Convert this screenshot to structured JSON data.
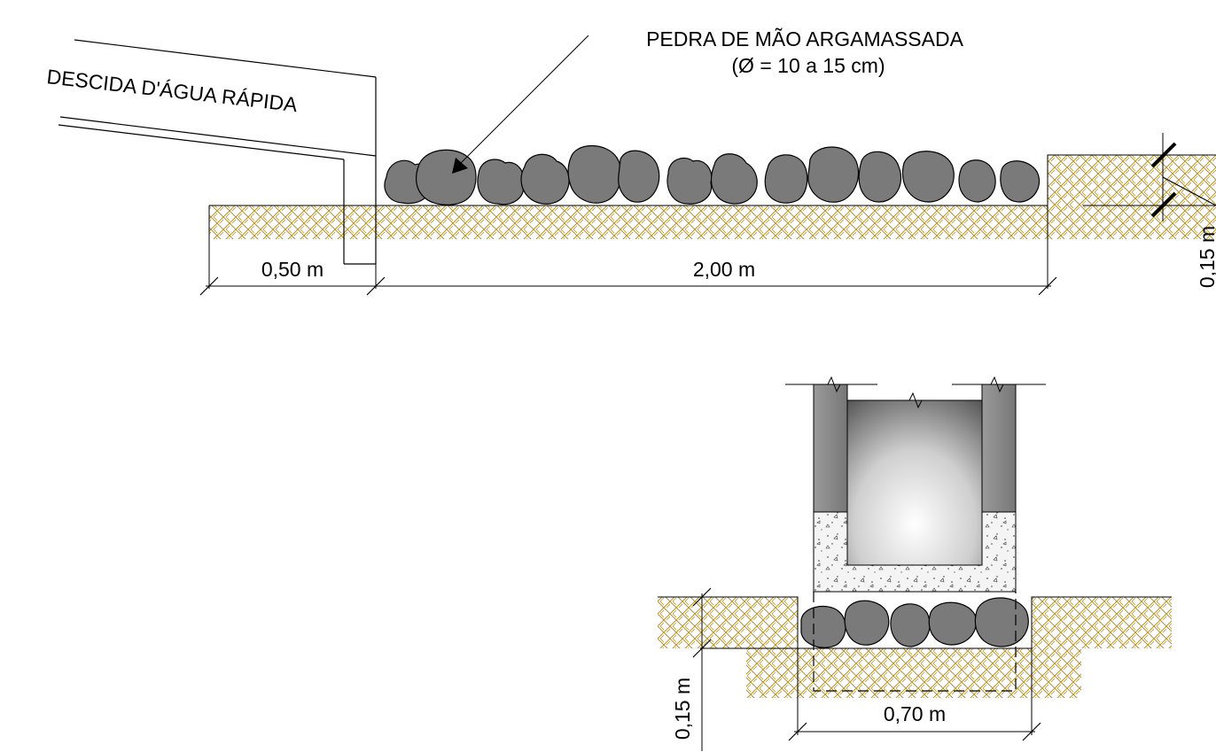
{
  "profile_view": {
    "material_label": "PEDRA DE MÃO ARGAMASSADA",
    "material_size": "(Ø = 10 a 15 cm)",
    "channel_label": "DESCIDA D'ÁGUA RÁPIDA",
    "dim_width_left": "0,50 m",
    "dim_width_main": "2,00 m",
    "dim_depth_right": "0,15 m"
  },
  "section_view": {
    "dim_depth": "0,15 m",
    "dim_width": "0,70 m"
  },
  "colors": {
    "soil_hatch": "#b8952a",
    "stone_fill": "#7a7a7a",
    "line": "#000000"
  }
}
